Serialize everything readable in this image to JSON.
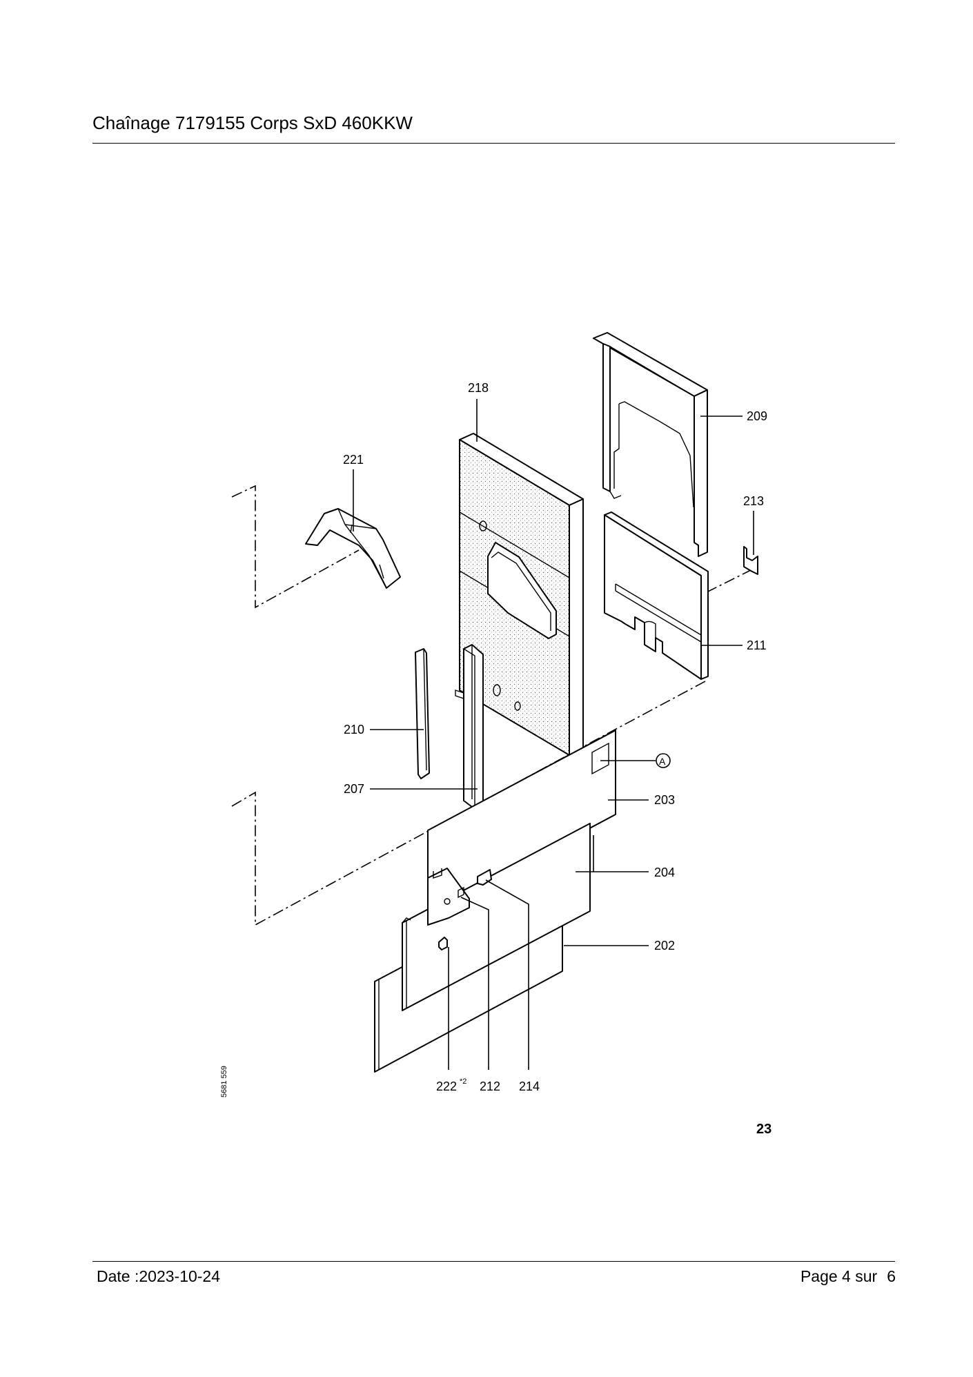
{
  "header": {
    "title": "Chaînage 7179155 Corps SxD 460KKW"
  },
  "diagram": {
    "figure_number": "23",
    "drawing_code": "5681 559",
    "callouts": {
      "p218": "218",
      "p221": "221",
      "p209": "209",
      "p213": "213",
      "p211": "211",
      "p210": "210",
      "p207": "207",
      "p203": "203",
      "p204": "204",
      "p202": "202",
      "p222": "222",
      "p222_sup": "*2",
      "p212": "212",
      "p214": "214",
      "detail_a": "A"
    }
  },
  "footer": {
    "date": "Date :2023-10-24",
    "page_label": "Page 4 sur",
    "page_total": "6"
  }
}
